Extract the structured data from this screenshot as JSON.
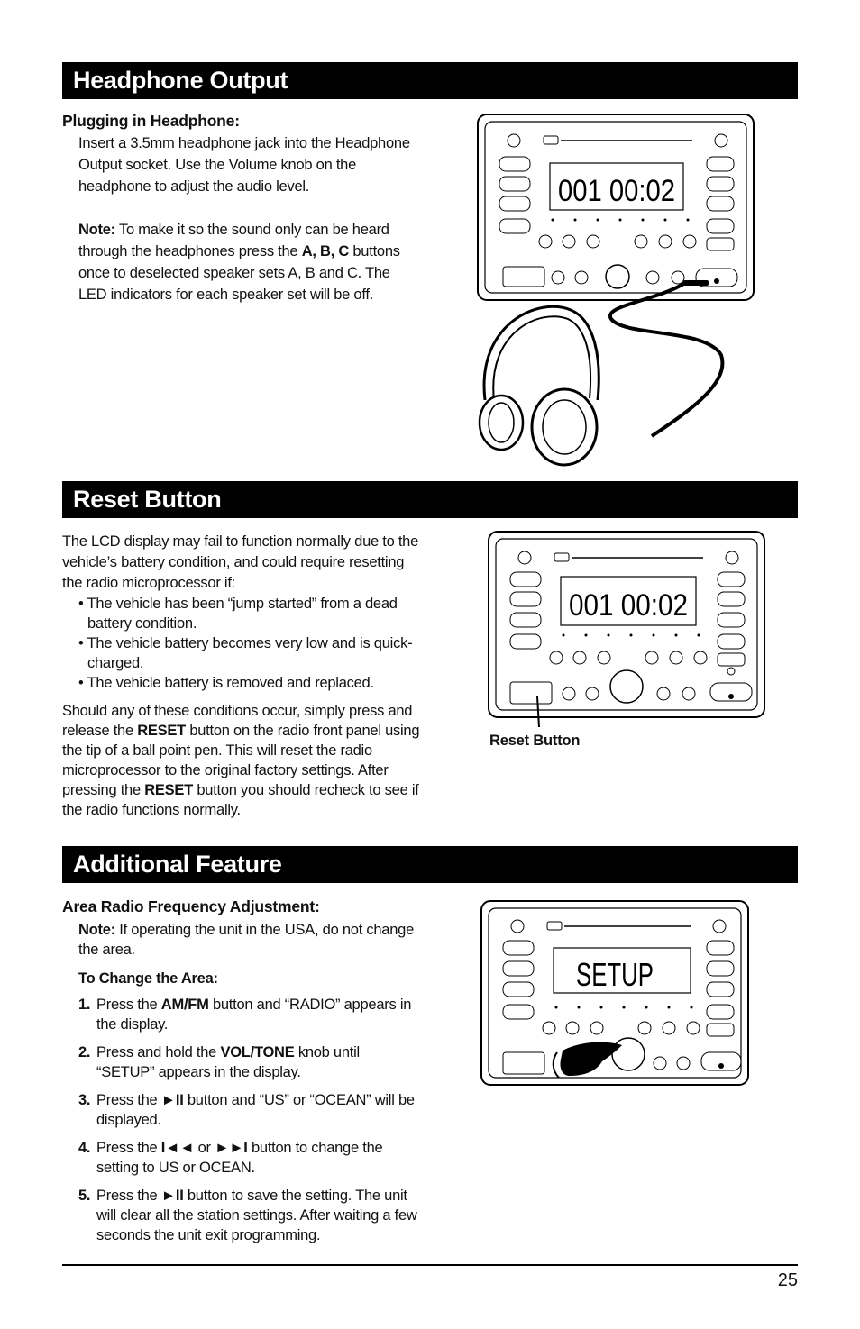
{
  "sections": {
    "headphone": {
      "title": "Headphone Output",
      "subtitle": "Plugging in Headphone:",
      "p1": "Insert a 3.5mm headphone jack into the Headphone Output socket. Use the Volume knob on the headphone to adjust the audio level.",
      "note_label": "Note:",
      "note_text_1": " To make it so the sound only can be heard through the headphones press the ",
      "note_bold": "A, B, C",
      "note_text_2": " buttons once to deselected speaker sets A, B and C. The LED indicators for each speaker set will be off."
    },
    "reset": {
      "title": "Reset Button",
      "intro": "The LCD display may fail to function normally due to the vehicle’s battery condition, and could require resetting the radio microprocessor if:",
      "bullets": [
        "• The vehicle has been “jump started” from a dead battery condition.",
        "• The vehicle battery becomes very low and is quick-charged.",
        "• The vehicle battery is removed and replaced."
      ],
      "p2_a": "Should any of these conditions occur, simply press and release the ",
      "p2_b1": "RESET",
      "p2_c": " button on the radio front panel using the tip of a ball point pen. This will reset the radio microprocessor to the original factory settings. After pressing the ",
      "p2_b2": "RESET",
      "p2_d": " button you should recheck to see if the radio functions normally.",
      "caption": "Reset Button"
    },
    "additional": {
      "title": "Additional Feature",
      "subtitle": "Area Radio Frequency Adjustment:",
      "note_label": "Note:",
      "note_text": " If operating the unit in the USA, do not change the area.",
      "change_heading": "To Change the Area:",
      "steps": [
        {
          "n": "1.",
          "a": "Press the ",
          "b": "AM/FM",
          "c": " button and “RADIO” appears in the display."
        },
        {
          "n": "2.",
          "a": "Press and hold the ",
          "b": "VOL/TONE",
          "c": " knob until “SETUP” appears in the display."
        },
        {
          "n": "3.",
          "a": "Press the ",
          "b": "►II",
          "c": " button and “US” or “OCEAN” will be displayed."
        },
        {
          "n": "4.",
          "a": "Press the ",
          "b": "I◄◄",
          "c": " or ",
          "b2": "►►I",
          "d": " button to change the setting to US or OCEAN."
        },
        {
          "n": "5.",
          "a": "Press the ",
          "b": "►II",
          "c": " button to save the setting. The unit will clear all the station settings. After waiting a few seconds the unit exit programming."
        }
      ]
    }
  },
  "radio": {
    "display_1": "001  00:02",
    "display_2": "001  00:02",
    "display_3": "SETUP"
  },
  "page_number": "25"
}
